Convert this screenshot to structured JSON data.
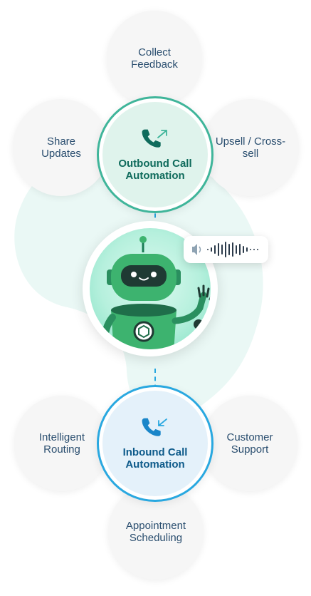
{
  "hubs": {
    "outbound": {
      "title": "Outbound Call Automation",
      "icon": "phone-outgoing-icon",
      "color": "#0f6b5c",
      "ring": "#3fb59a",
      "fill": "#dff3ec"
    },
    "inbound": {
      "title": "Inbound Call Automation",
      "icon": "phone-incoming-icon",
      "color": "#0d5a8a",
      "ring": "#29a8e0",
      "fill": "#e4f1fa"
    }
  },
  "outbound_items": [
    {
      "label": "Collect Feedback"
    },
    {
      "label": "Share Updates"
    },
    {
      "label": "Upsell / Cross-sell"
    }
  ],
  "inbound_items": [
    {
      "label": "Intelligent Routing"
    },
    {
      "label": "Customer Support"
    },
    {
      "label": "Appointment Scheduling"
    }
  ],
  "center": {
    "icon": "robot-icon",
    "badge_icon": "audio-waveform-icon"
  }
}
